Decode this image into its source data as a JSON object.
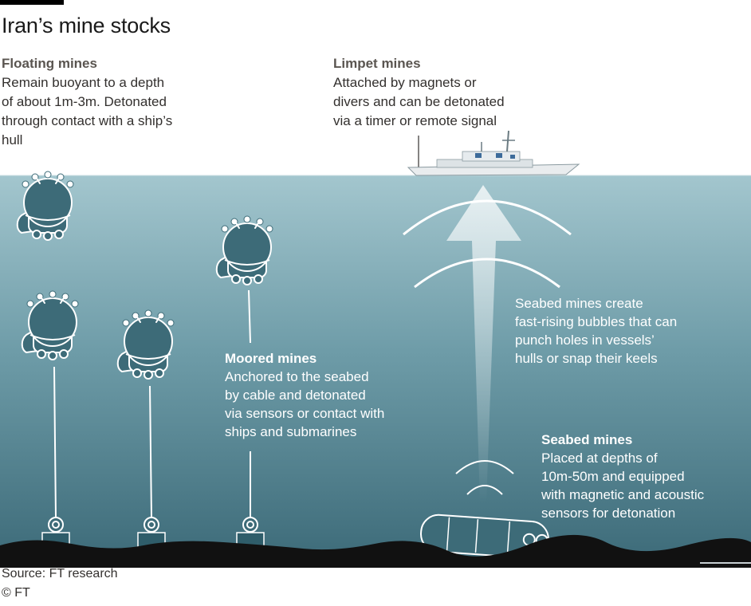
{
  "title": "Iran’s mine stocks",
  "floating": {
    "heading": "Floating mines",
    "lines": [
      "Remain buoyant to a depth",
      "of about 1m-3m. Detonated",
      "through contact with a ship’s",
      "hull"
    ]
  },
  "limpet": {
    "heading": "Limpet mines",
    "lines": [
      "Attached by magnets or",
      "divers and can be detonated",
      "via a timer or remote signal"
    ]
  },
  "moored": {
    "heading": "Moored mines",
    "lines": [
      "Anchored to the seabed",
      "by cable and detonated",
      "via sensors or contact with",
      "ships and submarines"
    ]
  },
  "bubbles": {
    "lines": [
      "Seabed mines create",
      "fast-rising bubbles that can",
      "punch holes in vessels’",
      "hulls or snap their keels"
    ]
  },
  "seabed": {
    "heading": "Seabed mines",
    "lines": [
      "Placed at depths of",
      "10m-50m and equipped",
      "with magnetic and acoustic",
      "sensors for detonation"
    ]
  },
  "source": "Source: FT research",
  "copyright": "© FT",
  "colors": {
    "water_top": "#9fc3cb",
    "water_bottom": "#3f6f7d",
    "seabed": "#111111",
    "mine_fill": "#3d6b78",
    "mine_line": "#ffffff"
  }
}
